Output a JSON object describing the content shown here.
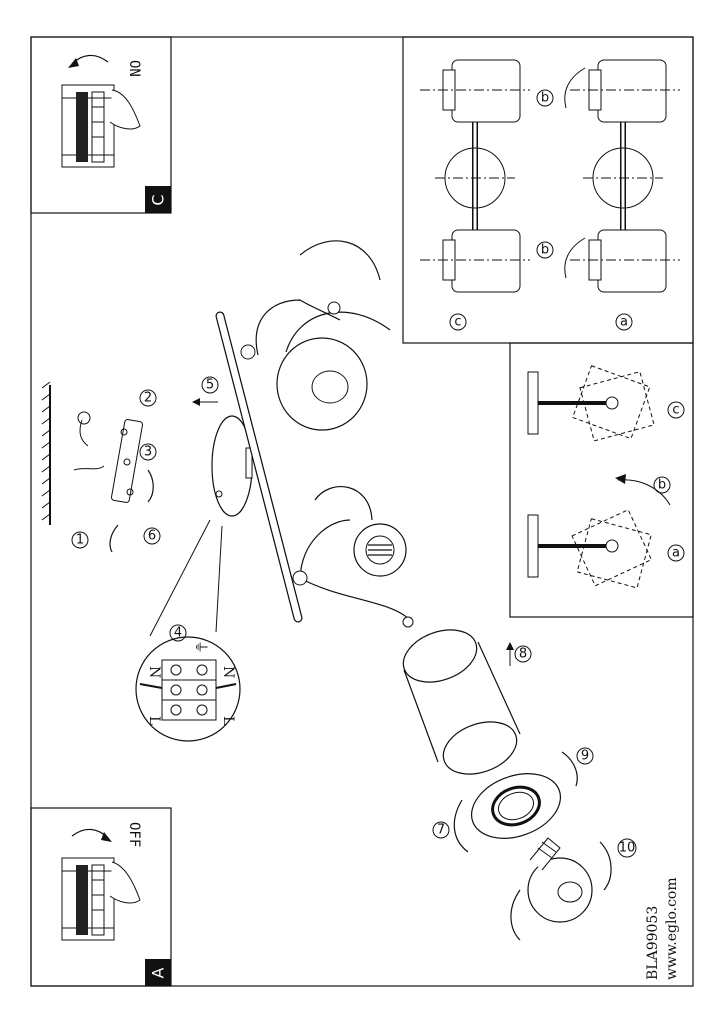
{
  "panels": {
    "a": {
      "letter": "A",
      "switch_label": "OFF"
    },
    "c": {
      "letter": "C",
      "switch_label": "ON"
    }
  },
  "steps": [
    "1",
    "2",
    "3",
    "4",
    "5",
    "6",
    "7",
    "8",
    "9",
    "10"
  ],
  "rotation_labels": {
    "a": "a",
    "b": "b",
    "c": "c"
  },
  "terminal_labels": {
    "n": "N",
    "l": "L",
    "earth": "⏚"
  },
  "footer": {
    "code": "BLA99053",
    "url": "www.eglo.com"
  }
}
